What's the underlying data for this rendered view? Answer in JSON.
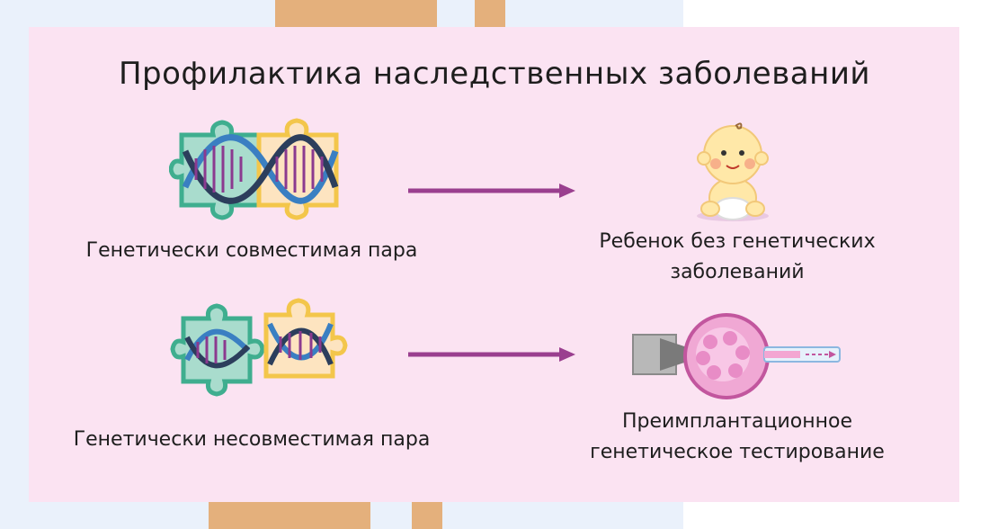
{
  "title": "Профилактика наследственных заболеваний",
  "rows": [
    {
      "left_label": "Генетически совместимая пара",
      "right_label_line1": "Ребенок без генетических",
      "right_label_line2": "заболеваний",
      "left_icon": "compatible-dna-puzzle-icon",
      "right_icon": "baby-icon"
    },
    {
      "left_label": "Генетически несовместимая пара",
      "right_label_line1": "Преимплантационное",
      "right_label_line2": "генетическое тестирование",
      "left_icon": "incompatible-dna-puzzle-icon",
      "right_icon": "embryo-biopsy-icon"
    }
  ],
  "colors": {
    "panel": "#fbe3f2",
    "arrow": "#9a3f8f",
    "puzzle_green": "#9bd1c3",
    "puzzle_green_border": "#3fae8f",
    "puzzle_yellow": "#fde2b8",
    "puzzle_yellow_border": "#f3c64b",
    "dna_purple": "#8b3a8f",
    "dna_blue": "#3a7fc2",
    "embryo_pink": "#f0a8d4"
  }
}
